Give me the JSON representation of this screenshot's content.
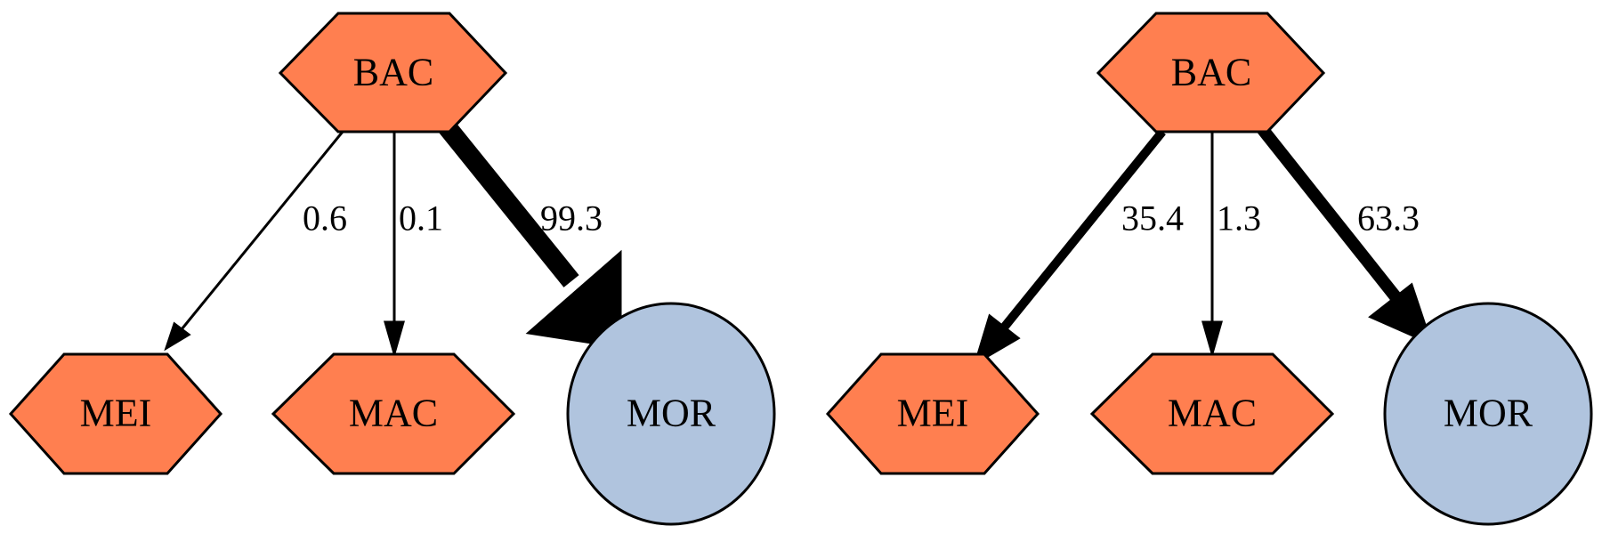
{
  "colors": {
    "hexagon_fill": "#ff7f50",
    "circle_fill": "#b0c4de",
    "stroke": "#000000",
    "background": "#ffffff"
  },
  "graphs": [
    {
      "nodes": {
        "bac": {
          "label": "BAC",
          "shape": "hexagon"
        },
        "mei": {
          "label": "MEI",
          "shape": "hexagon"
        },
        "mac": {
          "label": "MAC",
          "shape": "hexagon"
        },
        "mor": {
          "label": "MOR",
          "shape": "circle"
        }
      },
      "edges": [
        {
          "from": "BAC",
          "to": "MEI",
          "label": "0.6"
        },
        {
          "from": "BAC",
          "to": "MAC",
          "label": "0.1"
        },
        {
          "from": "BAC",
          "to": "MOR",
          "label": "99.3"
        }
      ]
    },
    {
      "nodes": {
        "bac": {
          "label": "BAC",
          "shape": "hexagon"
        },
        "mei": {
          "label": "MEI",
          "shape": "hexagon"
        },
        "mac": {
          "label": "MAC",
          "shape": "hexagon"
        },
        "mor": {
          "label": "MOR",
          "shape": "circle"
        }
      },
      "edges": [
        {
          "from": "BAC",
          "to": "MEI",
          "label": "35.4"
        },
        {
          "from": "BAC",
          "to": "MAC",
          "label": "1.3"
        },
        {
          "from": "BAC",
          "to": "MOR",
          "label": "63.3"
        }
      ]
    }
  ]
}
